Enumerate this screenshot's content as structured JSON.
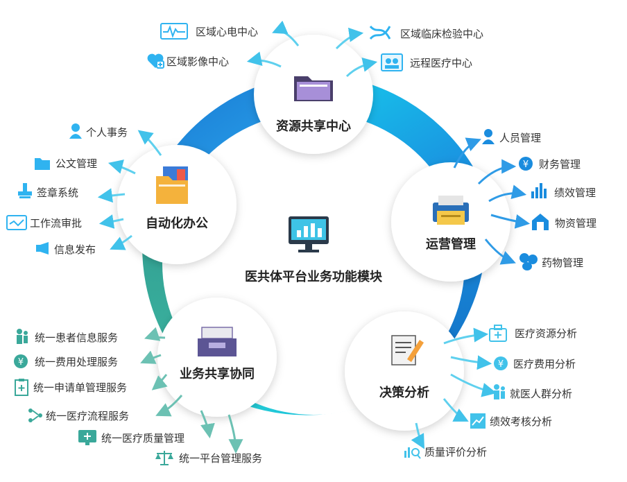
{
  "center": {
    "title": "医共体平台业务功能模块",
    "icon": "monitor-chart-icon"
  },
  "colors": {
    "teal": "#3bc1a6",
    "light_blue": "#2fb3f0",
    "blue": "#1a8cde",
    "dark_blue": "#1275cc",
    "cyan": "#12c8e6",
    "green": "#3aa89a"
  },
  "nodes": {
    "resource": {
      "label": "资源共享中心",
      "icon": "folder-icon",
      "items": [
        {
          "label": "区域心电中心",
          "icon": "ecg-monitor-icon"
        },
        {
          "label": "区域影像中心",
          "icon": "heart-plus-icon"
        },
        {
          "label": "区域临床检验中心",
          "icon": "dna-icon"
        },
        {
          "label": "远程医疗中心",
          "icon": "video-consult-icon"
        }
      ]
    },
    "operation": {
      "label": "运营管理",
      "icon": "printer-icon",
      "items": [
        {
          "label": "人员管理",
          "icon": "person-icon"
        },
        {
          "label": "财务管理",
          "icon": "yen-icon"
        },
        {
          "label": "绩效管理",
          "icon": "bar-chart-icon"
        },
        {
          "label": "物资管理",
          "icon": "warehouse-icon"
        },
        {
          "label": "药物管理",
          "icon": "pills-icon"
        }
      ]
    },
    "decision": {
      "label": "决策分析",
      "icon": "document-pen-icon",
      "items": [
        {
          "label": "医疗资源分析",
          "icon": "medical-kit-icon"
        },
        {
          "label": "医疗费用分析",
          "icon": "yen-icon"
        },
        {
          "label": "就医人群分析",
          "icon": "people-icon"
        },
        {
          "label": "绩效考核分析",
          "icon": "trend-chart-icon"
        },
        {
          "label": "质量评价分析",
          "icon": "search-chart-icon"
        }
      ]
    },
    "business": {
      "label": "业务共享协同",
      "icon": "inbox-tray-icon",
      "items": [
        {
          "label": "统一患者信息服务",
          "icon": "patients-icon"
        },
        {
          "label": "统一费用处理服务",
          "icon": "yen-icon"
        },
        {
          "label": "统一申请单管理服务",
          "icon": "clipboard-plus-icon"
        },
        {
          "label": "统一医疗流程服务",
          "icon": "flow-icon"
        },
        {
          "label": "统一医疗质量管理",
          "icon": "monitor-plus-icon"
        },
        {
          "label": "统一平台管理服务",
          "icon": "scales-icon"
        }
      ]
    },
    "office": {
      "label": "自动化办公",
      "icon": "folders-icon",
      "items": [
        {
          "label": "个人事务",
          "icon": "person-icon"
        },
        {
          "label": "公文管理",
          "icon": "folder-icon"
        },
        {
          "label": "签章系统",
          "icon": "stamp-icon"
        },
        {
          "label": "工作流审批",
          "icon": "workflow-icon"
        },
        {
          "label": "信息发布",
          "icon": "megaphone-icon"
        }
      ]
    }
  }
}
